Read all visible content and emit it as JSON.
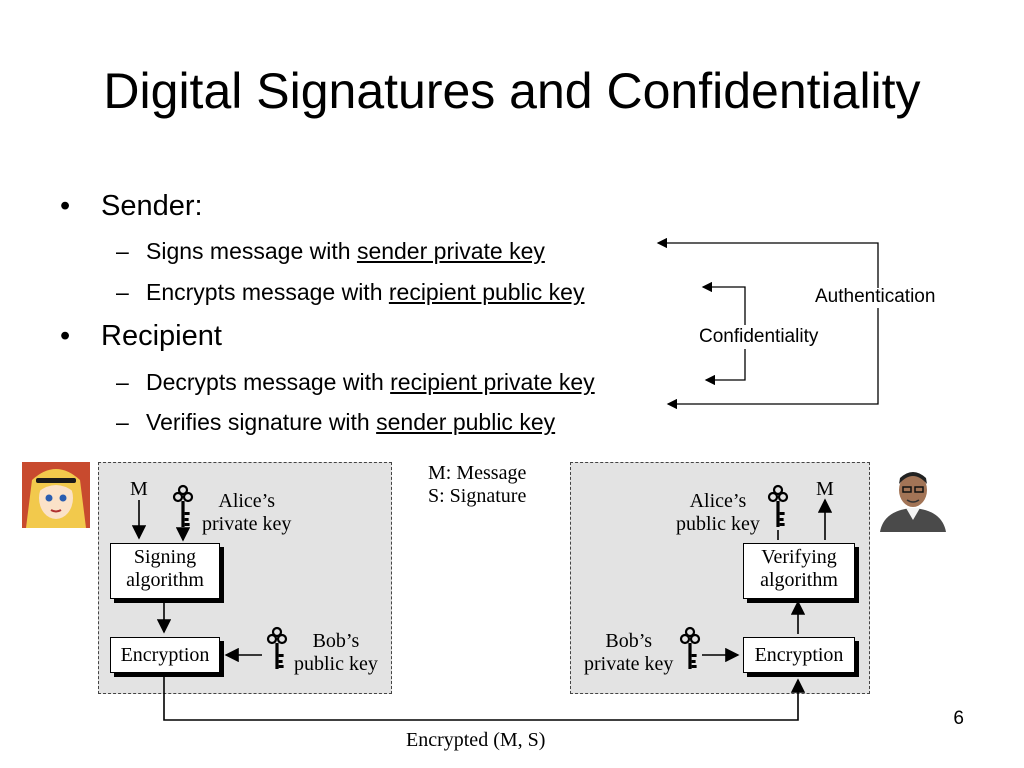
{
  "slide": {
    "title": "Digital Signatures and Confidentiality",
    "page_number": "6"
  },
  "bullets": {
    "sender": {
      "label": "Sender:",
      "items": [
        {
          "prefix": "Signs message with ",
          "key": "sender private key"
        },
        {
          "prefix": "Encrypts message with ",
          "key": "recipient public key"
        }
      ]
    },
    "recipient": {
      "label": "Recipient",
      "items": [
        {
          "prefix": "Decrypts message with ",
          "key": "recipient private key"
        },
        {
          "prefix": "Verifies signature with ",
          "key": "sender public key"
        }
      ]
    },
    "bullet_char": "•",
    "dash_char": "–"
  },
  "annotations": {
    "authentication": "Authentication",
    "confidentiality": "Confidentiality"
  },
  "diagram": {
    "legend": {
      "m": "M: Message",
      "s": "S: Signature"
    },
    "sender_panel": {
      "message": "M",
      "private_key_label": [
        "Alice’s",
        "private key"
      ],
      "signing_box": [
        "Signing",
        "algorithm"
      ],
      "encryption_box": "Encryption",
      "public_key_label": [
        "Bob’s",
        "public key"
      ]
    },
    "recipient_panel": {
      "message": "M",
      "public_key_label": [
        "Alice’s",
        "public key"
      ],
      "verifying_box": [
        "Verifying",
        "algorithm"
      ],
      "private_key_label": [
        "Bob’s",
        "private key"
      ],
      "encryption_box": "Encryption"
    },
    "channel_label": "Encrypted (M, S)"
  }
}
